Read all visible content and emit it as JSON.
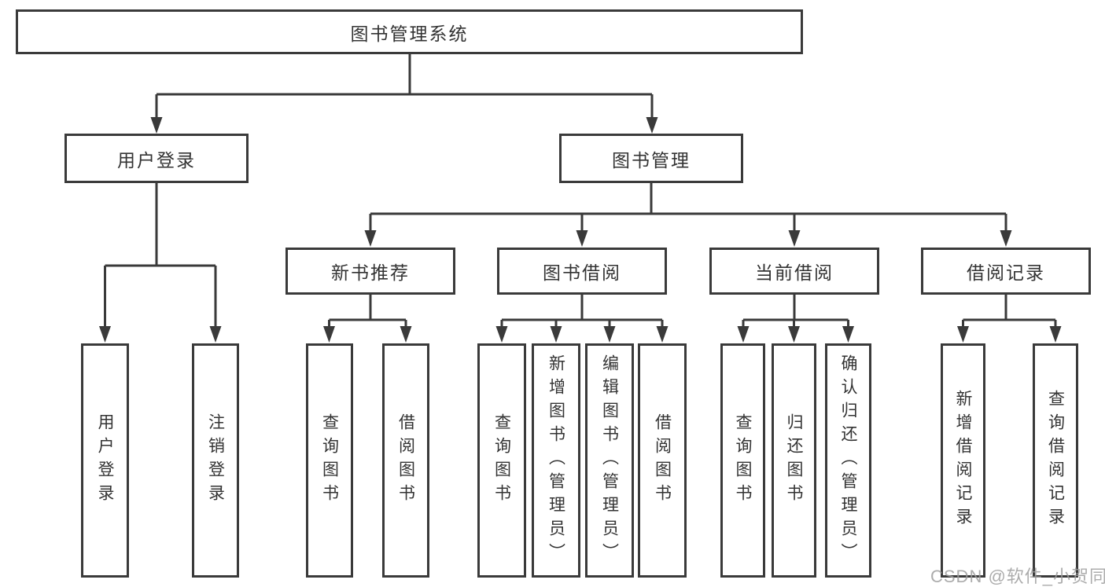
{
  "nodes": {
    "root": "图书管理系统",
    "user_login": "用户登录",
    "book_mgmt": "图书管理",
    "new_books": "新书推荐",
    "book_borrow": "图书借阅",
    "current_borrow": "当前借阅",
    "borrow_records": "借阅记录",
    "ul_user_login": "用户登录",
    "ul_logout": "注销登录",
    "nb_query_books": "查询图书",
    "nb_borrow_books": "借阅图书",
    "bb_query_books": "查询图书",
    "bb_add_books": "新增图书（管理员）",
    "bb_edit_books": "编辑图书（管理员）",
    "bb_borrow_books": "借阅图书",
    "cb_query_books": "查询图书",
    "cb_return_books": "归还图书",
    "cb_confirm_return": "确认归还（管理员）",
    "br_add_record": "新增借阅记录",
    "br_query_record": "查询借阅记录"
  },
  "watermark": "CSDN @软件_小贺同学",
  "colors": {
    "line": "#3a3a3a",
    "text": "#333333",
    "box_background": "#ffffff",
    "watermark": "#9e9e9e"
  }
}
